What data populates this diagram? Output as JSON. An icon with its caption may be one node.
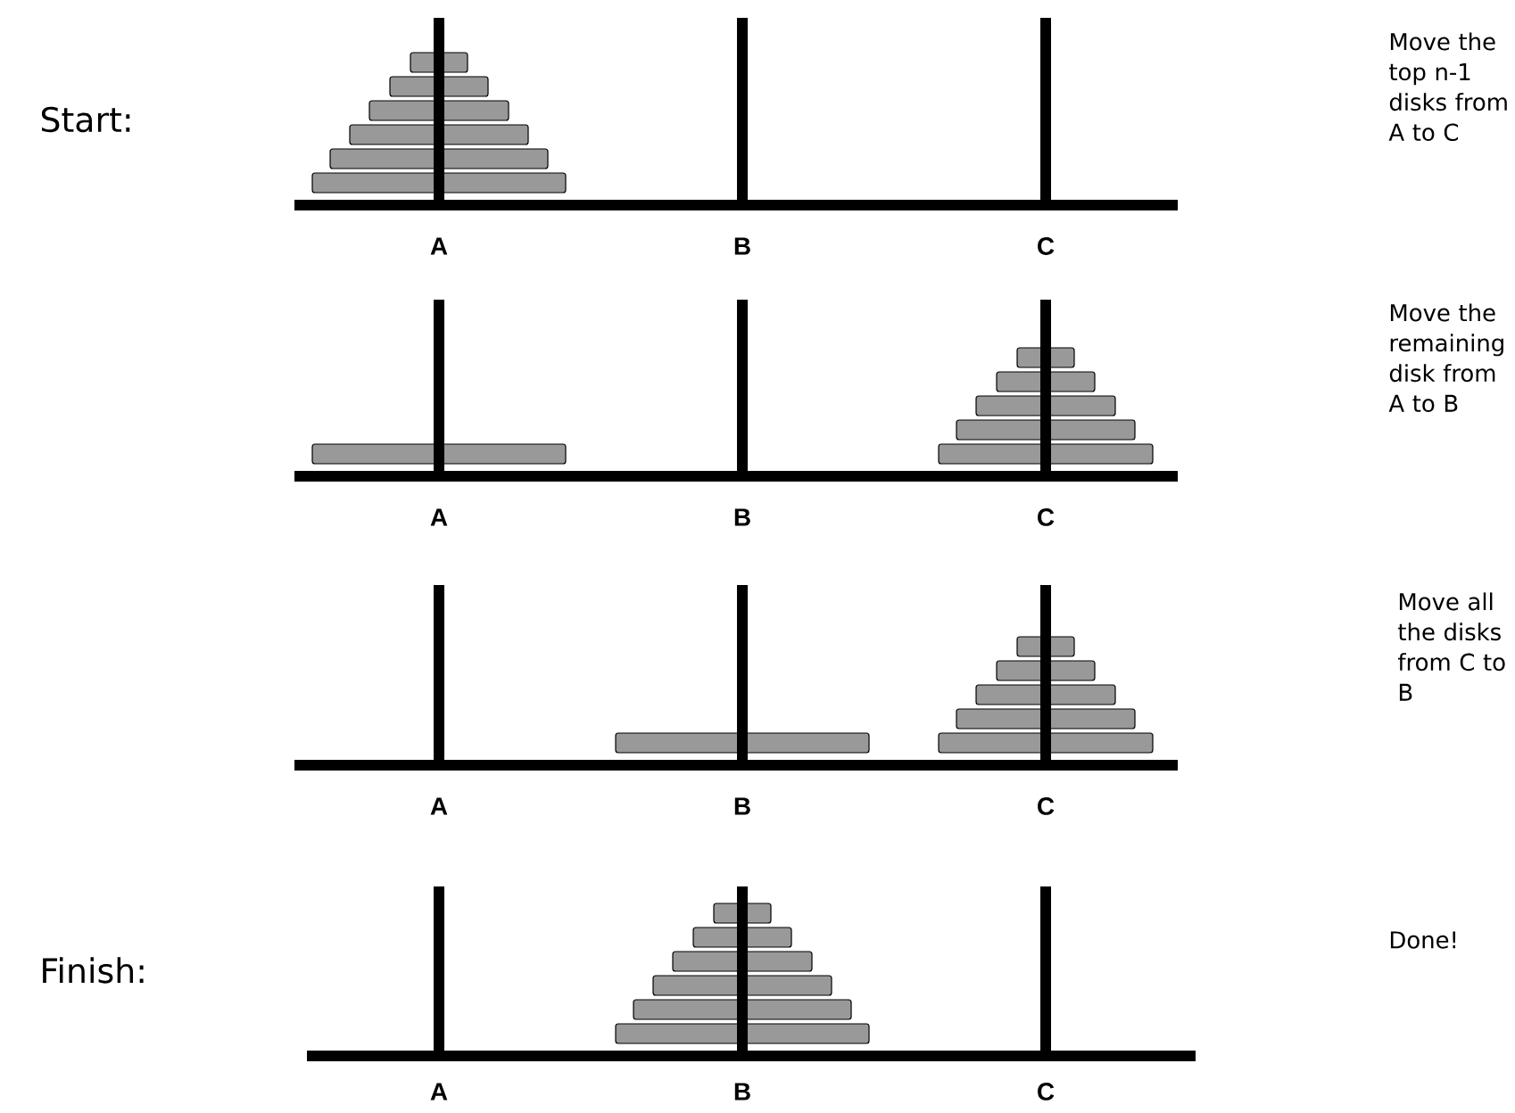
{
  "diagram": {
    "labels": [
      "Start:",
      "Move the top n-1 disks from A to C",
      "A",
      "B",
      "C",
      "Move the remaining disk from A to B",
      "A",
      "B",
      "C",
      "Move all the disks from C to B",
      "A",
      "B",
      "C",
      "Finish:",
      "Done!",
      "A",
      "B",
      "C"
    ]
  }
}
